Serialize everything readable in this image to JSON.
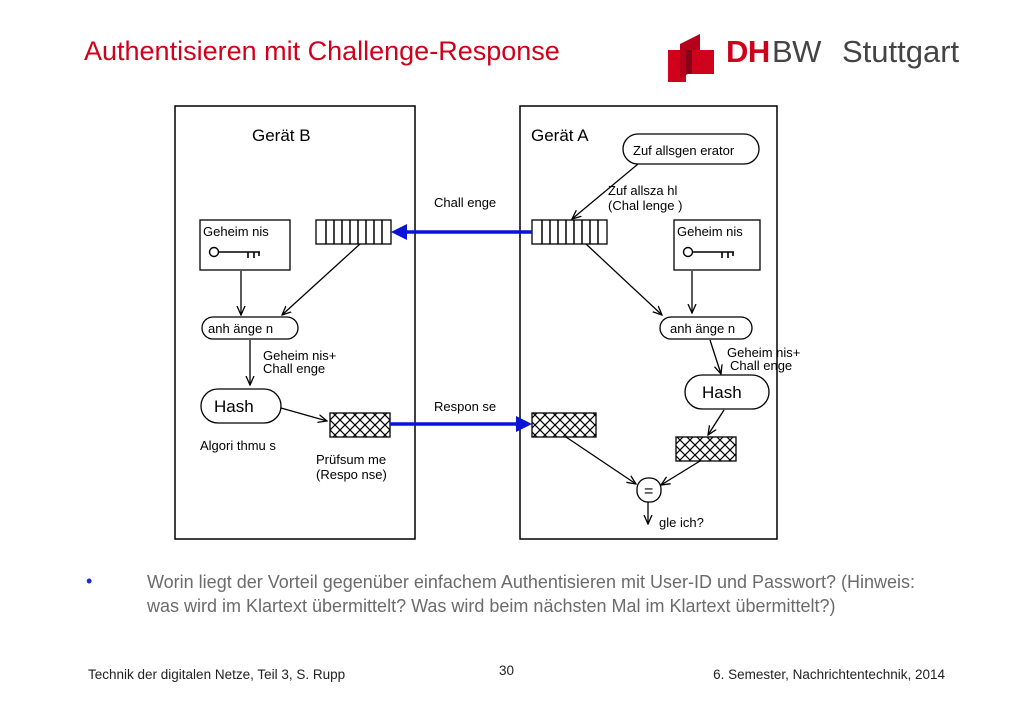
{
  "header": {
    "title": "Authentisieren mit Challenge-Response",
    "logo_dh": "DH",
    "logo_bw": "BW",
    "logo_city": "Stuttgart"
  },
  "diagram": {
    "device_b": "Gerät B",
    "device_a": "Gerät A",
    "random_generator": "Zuf allsgen erator",
    "random_number_line1": "Zuf allsza hl",
    "random_number_line2": "(Chal lenge )",
    "challenge_label": "Chall enge",
    "secret_b": "Geheim nis",
    "secret_a": "Geheim nis",
    "append_b": "anh änge n",
    "append_a": "anh änge n",
    "secret_challenge_b_line1": "Geheim nis+",
    "secret_challenge_b_line2": "Chall enge",
    "secret_challenge_a_line1": "Geheim nis+",
    "secret_challenge_a_line2": "Chall enge",
    "hash_b": "Hash",
    "hash_a": "Hash",
    "algorithm": "Algori thmu s",
    "checksum_line1": "Prüfsum me",
    "checksum_line2": "(Respo nse)",
    "response_label": "Respon se",
    "equal_symbol": "=",
    "equal_question": "gle ich?"
  },
  "bullet": {
    "symbol": "•",
    "text": "Worin liegt der Vorteil gegenüber einfachem Authentisieren mit User-ID und Passwort? (Hinweis: was wird im Klartext übermittelt? Was wird beim nächsten Mal im Klartext übermittelt?)"
  },
  "footer": {
    "left": "Technik der digitalen Netze, Teil 3, S. Rupp",
    "page": "30",
    "right": "6. Semester, Nachrichtentechnik, 2014"
  },
  "colors": {
    "title": "#d0021b",
    "arrow": "#0a14d8",
    "bullet": "#1f2ad0"
  }
}
